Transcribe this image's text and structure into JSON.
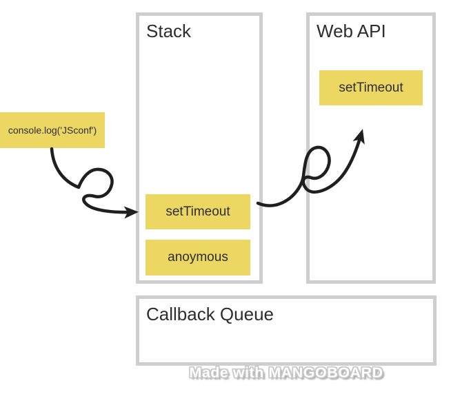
{
  "diagram": {
    "code_chip": {
      "label": "console.log('JSconf')"
    },
    "stack": {
      "title": "Stack",
      "frames": [
        "setTimeout",
        "anoymous"
      ]
    },
    "web_api": {
      "title": "Web API",
      "tasks": [
        "setTimeout"
      ]
    },
    "callback_queue": {
      "title": "Callback Queue"
    }
  },
  "watermark": "Made with MANGOBOARD",
  "colors": {
    "chip_yellow": "#ecd763",
    "box_border": "#cecece",
    "text_dark": "#2d2d2d",
    "arrow_black": "#1f1f1f",
    "background": "#ffffff"
  }
}
